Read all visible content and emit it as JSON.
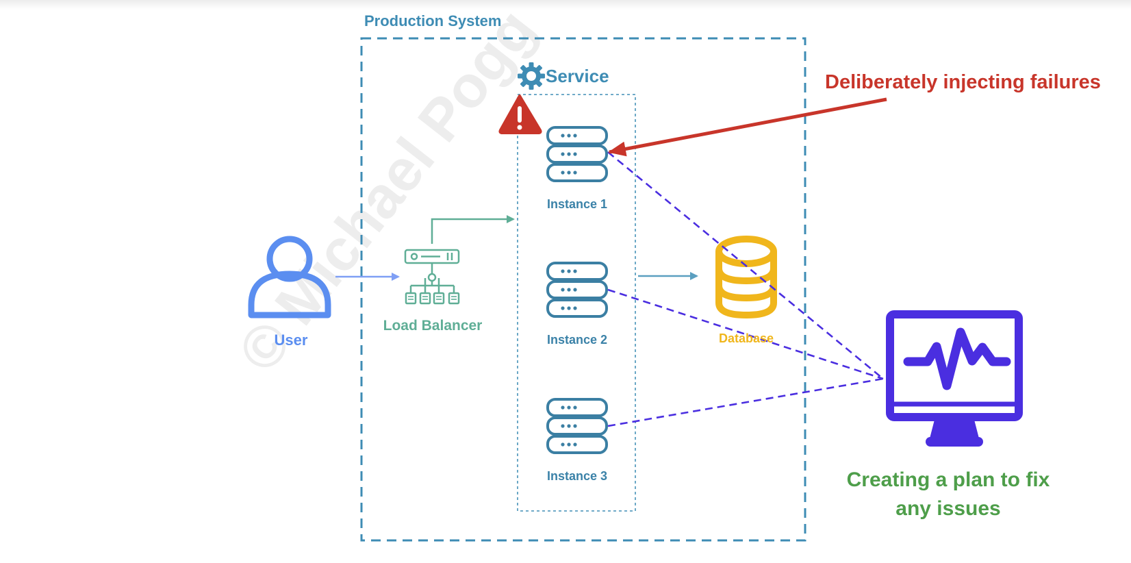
{
  "production_system": {
    "title": "Production System"
  },
  "service": {
    "title": "Service",
    "icon": "gear-icon",
    "warning_icon": "warning-icon"
  },
  "instances": [
    {
      "label": "Instance 1",
      "icon": "server-icon"
    },
    {
      "label": "Instance 2",
      "icon": "server-icon"
    },
    {
      "label": "Instance 3",
      "icon": "server-icon"
    }
  ],
  "user": {
    "label": "User",
    "icon": "user-icon"
  },
  "load_balancer": {
    "label": "Load Balancer",
    "icon": "load-balancer-icon"
  },
  "database": {
    "label": "Database",
    "icon": "database-icon"
  },
  "annotations": {
    "injection": "Deliberately injecting failures",
    "plan_line1": "Creating a plan to fix",
    "plan_line2": "any issues"
  },
  "monitor": {
    "icon": "monitor-heartbeat-icon"
  },
  "watermark": "© Michael Pogg",
  "colors": {
    "system_border": "#3e8cb4",
    "server": "#3b7fa3",
    "user": "#5b8ef0",
    "load_balancer": "#5fae96",
    "database": "#f0b61c",
    "injection": "#c8352a",
    "plan": "#4e9e4a",
    "monitor": "#4a2ee0"
  }
}
